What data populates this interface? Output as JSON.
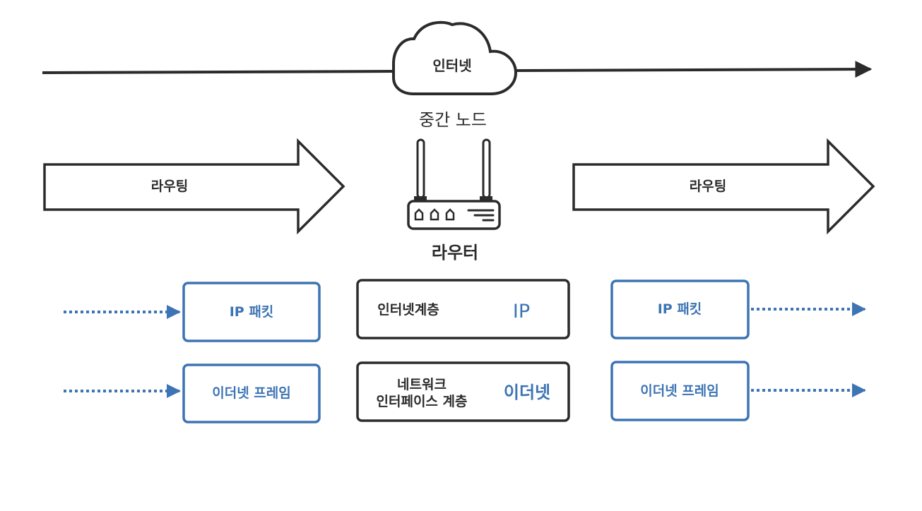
{
  "labels": {
    "internet": "인터넷",
    "intermediate_node": "중간 노드",
    "routing_left": "라우팅",
    "routing_right": "라우팅",
    "router": "라우터"
  },
  "layers": {
    "internet_layer": {
      "name": "인터넷계층",
      "protocol": "IP"
    },
    "network_interface_layer": {
      "name_line1": "네트워크",
      "name_line2": "인터페이스 계층",
      "protocol": "이더넷"
    }
  },
  "left": {
    "ip_packet": "IP 패킷",
    "ethernet_frame": "이더넷 프레임"
  },
  "right": {
    "ip_packet": "IP 패킷",
    "ethernet_frame": "이더넷 프레임"
  },
  "colors": {
    "dark": "#2b2b2b",
    "blue": "#3d74b4"
  }
}
